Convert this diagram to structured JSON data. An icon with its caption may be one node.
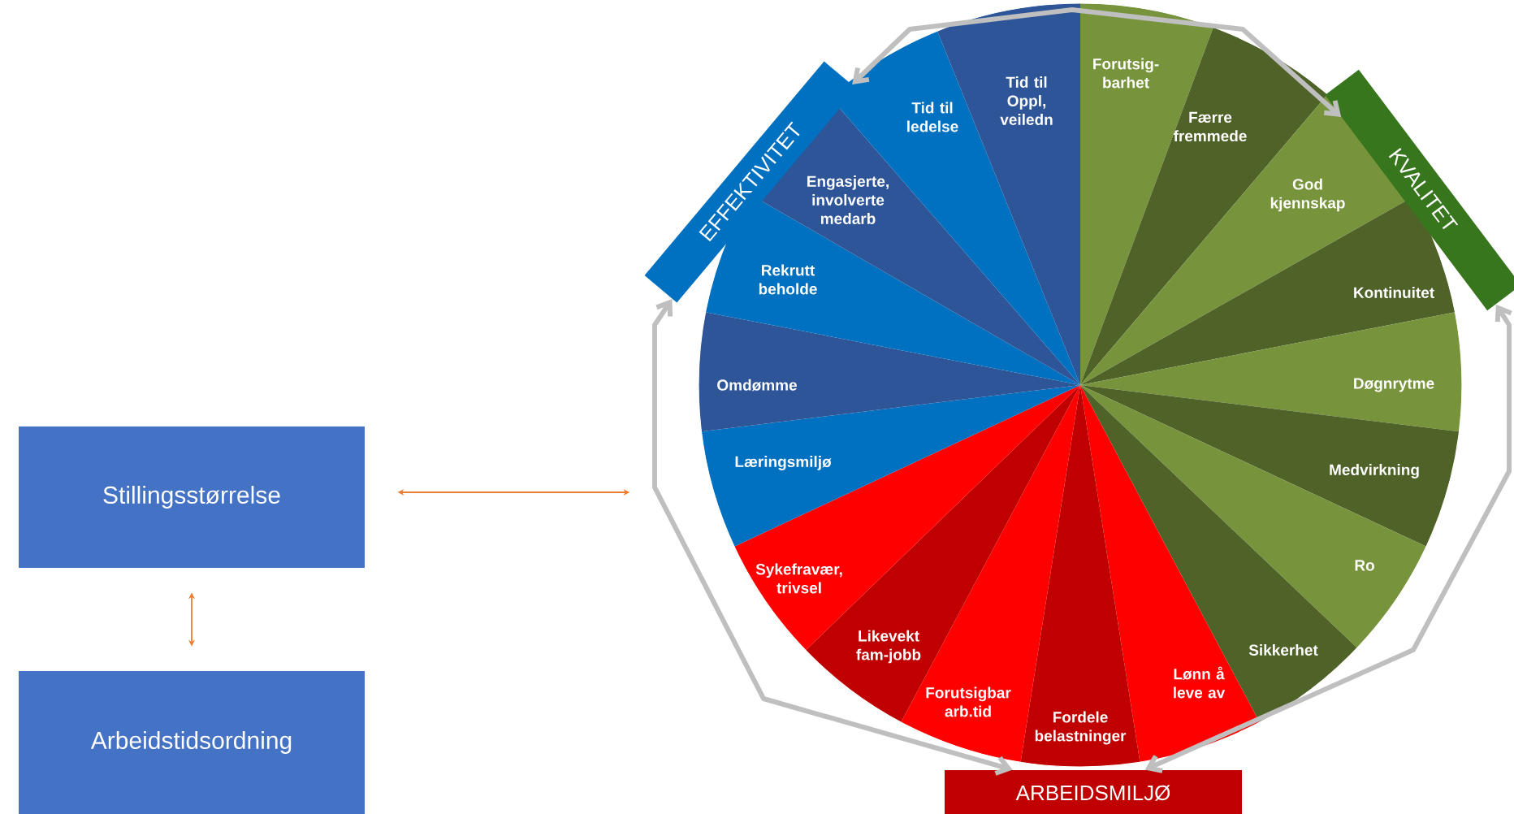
{
  "diagram": {
    "nodes": [
      {
        "text": [
          "Stillingsstørrelse"
        ]
      },
      {
        "text": [
          "Arbeidstidsordning"
        ]
      },
      {
        "text": [],
        "shape": "circle"
      },
      {
        "text": [
          "Forutsig-barhet"
        ],
        "in": 2
      },
      {
        "text": [
          "Færre fremmede"
        ],
        "in": 2
      },
      {
        "text": [
          "God kjennskap"
        ],
        "in": 2
      },
      {
        "text": [
          "Kontinuitet"
        ],
        "in": 2
      },
      {
        "text": [
          "Døgnrytme"
        ],
        "in": 2
      },
      {
        "text": [
          "Medvirkning"
        ],
        "in": 2
      },
      {
        "text": [
          "Ro"
        ],
        "in": 2
      },
      {
        "text": [
          "Sikkerhet"
        ],
        "in": 2
      },
      {
        "text": [
          "Lønn å leve av"
        ],
        "in": 2
      },
      {
        "text": [
          "Fordele belastninger"
        ],
        "in": 2
      },
      {
        "text": [
          "Forutsigbar arb.tid"
        ],
        "in": 2
      },
      {
        "text": [
          "Likevekt fam-jobb"
        ],
        "in": 2
      },
      {
        "text": [
          "Sykefravær, trivsel"
        ],
        "in": 2
      },
      {
        "text": [
          "Læringsmiljø"
        ],
        "in": 2
      },
      {
        "text": [
          "Omdømme"
        ],
        "in": 2
      },
      {
        "text": [
          "Rekrutt beholde"
        ],
        "in": 2
      },
      {
        "text": [
          "Engasjerte, involverte medarb"
        ],
        "in": 2
      },
      {
        "text": [
          "Tid til ledelse"
        ],
        "in": 2
      },
      {
        "text": [
          "Tid til Oppl, veiledn"
        ],
        "in": 2
      },
      {
        "text": [
          "EFFEKTIVITET"
        ]
      },
      {
        "text": [
          "KVALITET"
        ]
      },
      {
        "text": [
          "ARBEIDSMILJØ"
        ]
      }
    ],
    "edges": [
      {
        "from": 0,
        "to": 2,
        "arrow": "both",
        "color": "#ed7d31"
      },
      {
        "from": 0,
        "to": 1,
        "arrow": "both",
        "color": "#ed7d31"
      },
      {
        "from": 22,
        "to": 23,
        "arrow": "both",
        "color": "#bfbfbf"
      },
      {
        "from": 23,
        "to": 24,
        "arrow": "both",
        "color": "#bfbfbf"
      },
      {
        "from": 22,
        "to": 24,
        "arrow": "both",
        "color": "#bfbfbf"
      }
    ]
  }
}
